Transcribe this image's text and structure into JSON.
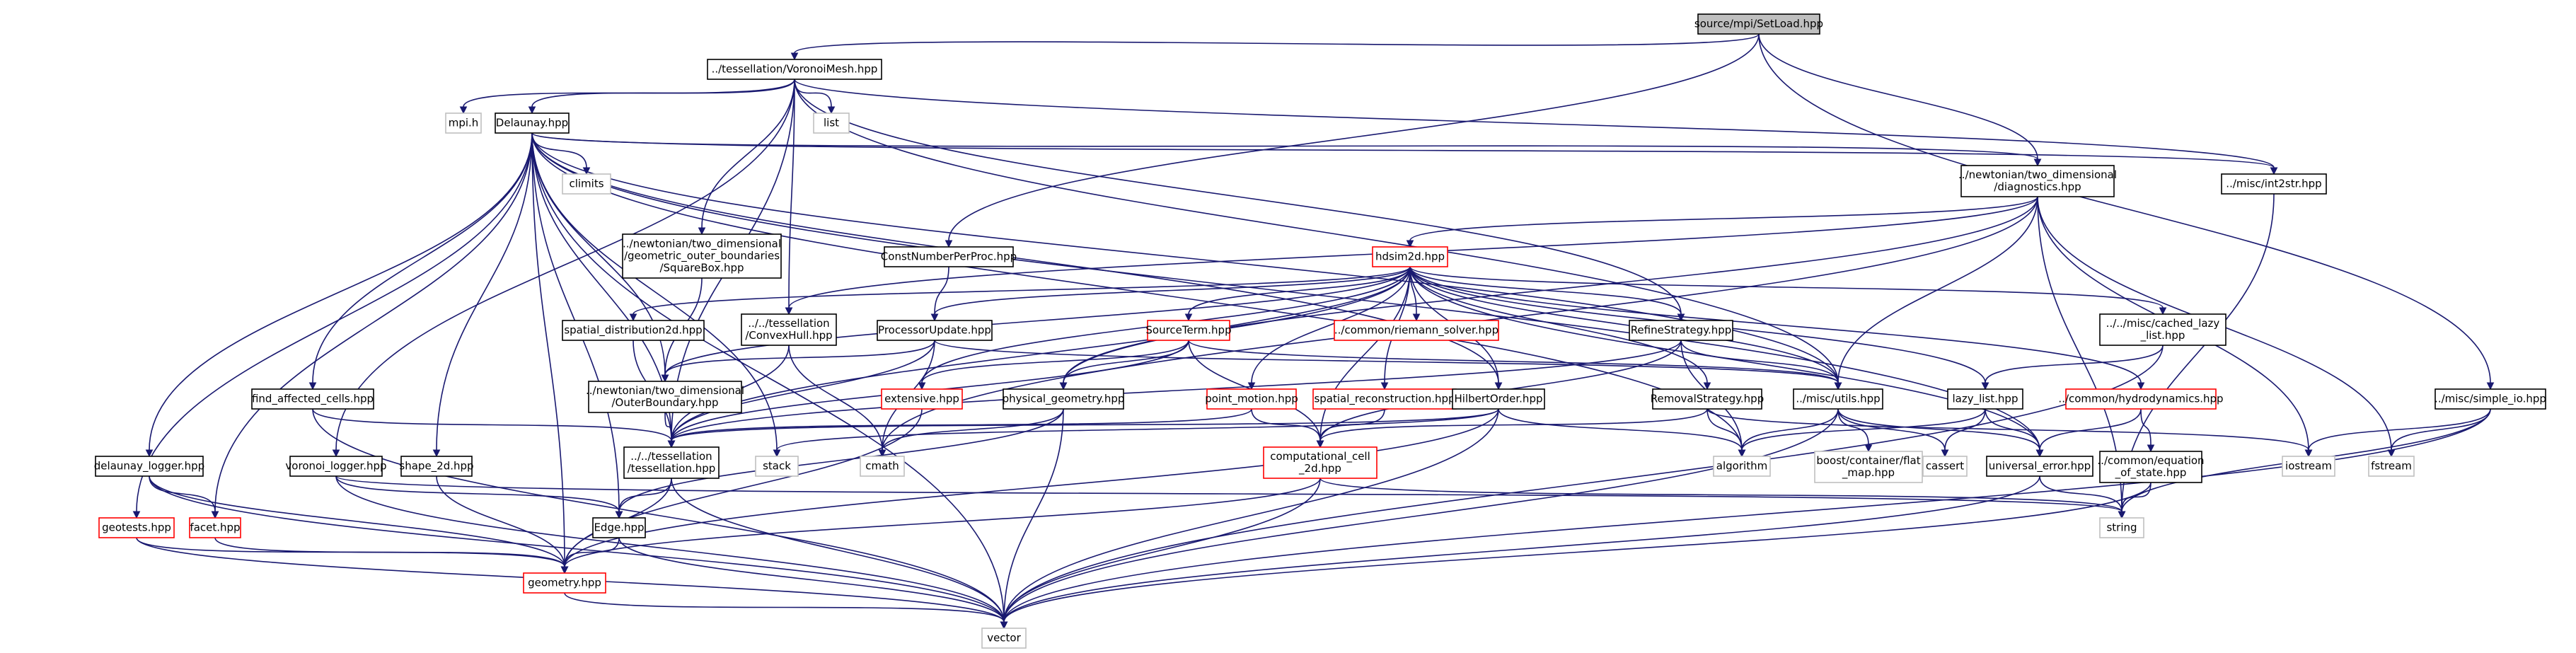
{
  "colors": {
    "edge": "#191970",
    "root_fill": "#bfbfbf",
    "normal_border": "#000000",
    "incomplete_border": "#ff0000",
    "system_border": "#bfbfbf"
  },
  "nodes": [
    {
      "id": "setload",
      "type": "gray",
      "lines": [
        "source/mpi/SetLoad.hpp"
      ]
    },
    {
      "id": "voronoimesh",
      "type": "normal",
      "lines": [
        "../tessellation/VoronoiMesh.hpp"
      ]
    },
    {
      "id": "mpih",
      "type": "light",
      "lines": [
        "mpi.h"
      ]
    },
    {
      "id": "delaunay",
      "type": "normal",
      "lines": [
        "Delaunay.hpp"
      ]
    },
    {
      "id": "list",
      "type": "light",
      "lines": [
        "list"
      ]
    },
    {
      "id": "diagnostics",
      "type": "normal",
      "lines": [
        "../newtonian/two_dimensional",
        "/diagnostics.hpp"
      ]
    },
    {
      "id": "int2str",
      "type": "normal",
      "lines": [
        "../misc/int2str.hpp"
      ]
    },
    {
      "id": "climits",
      "type": "light",
      "lines": [
        "climits"
      ]
    },
    {
      "id": "squarebox",
      "type": "normal",
      "lines": [
        "../newtonian/two_dimensional",
        "/geometric_outer_boundaries",
        "/SquareBox.hpp"
      ]
    },
    {
      "id": "constnumber",
      "type": "normal",
      "lines": [
        "ConstNumberPerProc.hpp"
      ]
    },
    {
      "id": "hdsim2d",
      "type": "red",
      "lines": [
        "hdsim2d.hpp"
      ]
    },
    {
      "id": "spatial2d",
      "type": "normal",
      "lines": [
        "spatial_distribution2d.hpp"
      ]
    },
    {
      "id": "convexhull",
      "type": "normal",
      "lines": [
        "../../tessellation",
        "/ConvexHull.hpp"
      ]
    },
    {
      "id": "processorupdate",
      "type": "normal",
      "lines": [
        "ProcessorUpdate.hpp"
      ]
    },
    {
      "id": "sourceterm",
      "type": "red",
      "lines": [
        "SourceTerm.hpp"
      ]
    },
    {
      "id": "riemann",
      "type": "red",
      "lines": [
        "../common/riemann_solver.hpp"
      ]
    },
    {
      "id": "refine",
      "type": "normal",
      "lines": [
        "RefineStrategy.hpp"
      ]
    },
    {
      "id": "cachedlazy",
      "type": "normal",
      "lines": [
        "../../misc/cached_lazy",
        "_list.hpp"
      ]
    },
    {
      "id": "findaffected",
      "type": "normal",
      "lines": [
        "find_affected_cells.hpp"
      ]
    },
    {
      "id": "outerboundary",
      "type": "normal",
      "lines": [
        "../newtonian/two_dimensional",
        "/OuterBoundary.hpp"
      ]
    },
    {
      "id": "extensive",
      "type": "red",
      "lines": [
        "extensive.hpp"
      ]
    },
    {
      "id": "physgeom",
      "type": "normal",
      "lines": [
        "physical_geometry.hpp"
      ]
    },
    {
      "id": "pointmotion",
      "type": "red",
      "lines": [
        "point_motion.hpp"
      ]
    },
    {
      "id": "spatialrec",
      "type": "red",
      "lines": [
        "spatial_reconstruction.hpp"
      ]
    },
    {
      "id": "hilbert",
      "type": "normal",
      "lines": [
        "HilbertOrder.hpp"
      ]
    },
    {
      "id": "removal",
      "type": "normal",
      "lines": [
        "RemovalStrategy.hpp"
      ]
    },
    {
      "id": "utils",
      "type": "normal",
      "lines": [
        "../misc/utils.hpp"
      ]
    },
    {
      "id": "lazylist",
      "type": "normal",
      "lines": [
        "lazy_list.hpp"
      ]
    },
    {
      "id": "hydrodynamics",
      "type": "red",
      "lines": [
        "../common/hydrodynamics.hpp"
      ]
    },
    {
      "id": "simpleio",
      "type": "normal",
      "lines": [
        "../misc/simple_io.hpp"
      ]
    },
    {
      "id": "delaunaylogger",
      "type": "normal",
      "lines": [
        "delaunay_logger.hpp"
      ]
    },
    {
      "id": "voronoilogger",
      "type": "normal",
      "lines": [
        "voronoi_logger.hpp"
      ]
    },
    {
      "id": "shape2d",
      "type": "normal",
      "lines": [
        "shape_2d.hpp"
      ]
    },
    {
      "id": "tessellation",
      "type": "normal",
      "lines": [
        "../../tessellation",
        "/tessellation.hpp"
      ]
    },
    {
      "id": "stack",
      "type": "light",
      "lines": [
        "stack"
      ]
    },
    {
      "id": "cmath",
      "type": "light",
      "lines": [
        "cmath"
      ]
    },
    {
      "id": "compcell",
      "type": "red",
      "lines": [
        "computational_cell",
        "_2d.hpp"
      ]
    },
    {
      "id": "algorithm",
      "type": "light",
      "lines": [
        "algorithm"
      ]
    },
    {
      "id": "boostflat",
      "type": "light",
      "lines": [
        "boost/container/flat",
        "_map.hpp"
      ]
    },
    {
      "id": "cassert",
      "type": "light",
      "lines": [
        "cassert"
      ]
    },
    {
      "id": "universalerror",
      "type": "normal",
      "lines": [
        "universal_error.hpp"
      ]
    },
    {
      "id": "eos",
      "type": "normal",
      "lines": [
        "../common/equation",
        "_of_state.hpp"
      ]
    },
    {
      "id": "iostream",
      "type": "light",
      "lines": [
        "iostream"
      ]
    },
    {
      "id": "fstream",
      "type": "light",
      "lines": [
        "fstream"
      ]
    },
    {
      "id": "geotests",
      "type": "red",
      "lines": [
        "geotests.hpp"
      ]
    },
    {
      "id": "facet",
      "type": "red",
      "lines": [
        "facet.hpp"
      ]
    },
    {
      "id": "edge",
      "type": "normal",
      "lines": [
        "Edge.hpp"
      ]
    },
    {
      "id": "string",
      "type": "light",
      "lines": [
        "string"
      ]
    },
    {
      "id": "geometry",
      "type": "red",
      "lines": [
        "geometry.hpp"
      ]
    },
    {
      "id": "vector",
      "type": "light",
      "lines": [
        "vector"
      ]
    }
  ],
  "edges": [
    [
      "setload",
      "voronoimesh"
    ],
    [
      "setload",
      "constnumber"
    ],
    [
      "setload",
      "diagnostics"
    ],
    [
      "setload",
      "simpleio"
    ],
    [
      "voronoimesh",
      "mpih"
    ],
    [
      "voronoimesh",
      "delaunay"
    ],
    [
      "voronoimesh",
      "list"
    ],
    [
      "voronoimesh",
      "int2str"
    ],
    [
      "voronoimesh",
      "utils"
    ],
    [
      "voronoimesh",
      "squarebox"
    ],
    [
      "voronoimesh",
      "convexhull"
    ],
    [
      "voronoimesh",
      "refine"
    ],
    [
      "voronoimesh",
      "voronoilogger"
    ],
    [
      "voronoimesh",
      "tessellation"
    ],
    [
      "delaunay",
      "climits"
    ],
    [
      "delaunay",
      "diagnostics"
    ],
    [
      "delaunay",
      "int2str"
    ],
    [
      "delaunay",
      "findaffected"
    ],
    [
      "delaunay",
      "delaunaylogger"
    ],
    [
      "delaunay",
      "geotests"
    ],
    [
      "delaunay",
      "facet"
    ],
    [
      "delaunay",
      "shape2d"
    ],
    [
      "delaunay",
      "edge"
    ],
    [
      "delaunay",
      "tessellation"
    ],
    [
      "delaunay",
      "outerboundary"
    ],
    [
      "delaunay",
      "hilbert"
    ],
    [
      "delaunay",
      "utils"
    ],
    [
      "delaunay",
      "algorithm"
    ],
    [
      "delaunay",
      "vector"
    ],
    [
      "delaunay",
      "geometry"
    ],
    [
      "delaunay",
      "stack"
    ],
    [
      "delaunay",
      "universalerror"
    ],
    [
      "diagnostics",
      "hdsim2d"
    ],
    [
      "diagnostics",
      "utils"
    ],
    [
      "diagnostics",
      "convexhull"
    ],
    [
      "diagnostics",
      "physgeom"
    ],
    [
      "diagnostics",
      "cmath"
    ],
    [
      "diagnostics",
      "fstream"
    ],
    [
      "diagnostics",
      "iostream"
    ],
    [
      "diagnostics",
      "string"
    ],
    [
      "int2str",
      "string"
    ],
    [
      "squarebox",
      "outerboundary"
    ],
    [
      "constnumber",
      "processorupdate"
    ],
    [
      "hdsim2d",
      "spatial2d"
    ],
    [
      "hdsim2d",
      "processorupdate"
    ],
    [
      "hdsim2d",
      "sourceterm"
    ],
    [
      "hdsim2d",
      "riemann"
    ],
    [
      "hdsim2d",
      "refine"
    ],
    [
      "hdsim2d",
      "cachedlazy"
    ],
    [
      "hdsim2d",
      "outerboundary"
    ],
    [
      "hdsim2d",
      "extensive"
    ],
    [
      "hdsim2d",
      "physgeom"
    ],
    [
      "hdsim2d",
      "pointmotion"
    ],
    [
      "hdsim2d",
      "spatialrec"
    ],
    [
      "hdsim2d",
      "hilbert"
    ],
    [
      "hdsim2d",
      "removal"
    ],
    [
      "hdsim2d",
      "utils"
    ],
    [
      "hdsim2d",
      "lazylist"
    ],
    [
      "hdsim2d",
      "hydrodynamics"
    ],
    [
      "hdsim2d",
      "tessellation"
    ],
    [
      "hdsim2d",
      "compcell"
    ],
    [
      "hdsim2d",
      "universalerror"
    ],
    [
      "spatial2d",
      "tessellation"
    ],
    [
      "convexhull",
      "tessellation"
    ],
    [
      "convexhull",
      "cmath"
    ],
    [
      "processorupdate",
      "outerboundary"
    ],
    [
      "processorupdate",
      "tessellation"
    ],
    [
      "processorupdate",
      "cmath"
    ],
    [
      "processorupdate",
      "utils"
    ],
    [
      "sourceterm",
      "physgeom"
    ],
    [
      "sourceterm",
      "extensive"
    ],
    [
      "sourceterm",
      "tessellation"
    ],
    [
      "sourceterm",
      "compcell"
    ],
    [
      "sourceterm",
      "utils"
    ],
    [
      "refine",
      "utils"
    ],
    [
      "refine",
      "compcell"
    ],
    [
      "refine",
      "algorithm"
    ],
    [
      "refine",
      "tessellation"
    ],
    [
      "cachedlazy",
      "lazylist"
    ],
    [
      "cachedlazy",
      "vector"
    ],
    [
      "findaffected",
      "tessellation"
    ],
    [
      "findaffected",
      "vector"
    ],
    [
      "outerboundary",
      "tessellation"
    ],
    [
      "extensive",
      "geometry"
    ],
    [
      "physgeom",
      "edge"
    ],
    [
      "physgeom",
      "cmath"
    ],
    [
      "physgeom",
      "vector"
    ],
    [
      "pointmotion",
      "compcell"
    ],
    [
      "pointmotion",
      "tessellation"
    ],
    [
      "spatialrec",
      "compcell"
    ],
    [
      "hilbert",
      "tessellation"
    ],
    [
      "hilbert",
      "algorithm"
    ],
    [
      "hilbert",
      "vector"
    ],
    [
      "hilbert",
      "geometry"
    ],
    [
      "hilbert",
      "stack"
    ],
    [
      "removal",
      "compcell"
    ],
    [
      "removal",
      "algorithm"
    ],
    [
      "removal",
      "iostream"
    ],
    [
      "utils",
      "vector"
    ],
    [
      "utils",
      "algorithm"
    ],
    [
      "utils",
      "boostflat"
    ],
    [
      "utils",
      "cassert"
    ],
    [
      "utils",
      "universalerror"
    ],
    [
      "lazylist",
      "universalerror"
    ],
    [
      "lazylist",
      "cassert"
    ],
    [
      "lazylist",
      "algorithm"
    ],
    [
      "hydrodynamics",
      "eos"
    ],
    [
      "hydrodynamics",
      "universalerror"
    ],
    [
      "simpleio",
      "iostream"
    ],
    [
      "simpleio",
      "fstream"
    ],
    [
      "simpleio",
      "string"
    ],
    [
      "simpleio",
      "vector"
    ],
    [
      "delaunaylogger",
      "facet"
    ],
    [
      "delaunaylogger",
      "geometry"
    ],
    [
      "delaunaylogger",
      "vector"
    ],
    [
      "voronoilogger",
      "edge"
    ],
    [
      "voronoilogger",
      "string"
    ],
    [
      "voronoilogger",
      "vector"
    ],
    [
      "shape2d",
      "geometry"
    ],
    [
      "tessellation",
      "edge"
    ],
    [
      "tessellation",
      "geometry"
    ],
    [
      "tessellation",
      "vector"
    ],
    [
      "compcell",
      "geometry"
    ],
    [
      "compcell",
      "vector"
    ],
    [
      "compcell",
      "string"
    ],
    [
      "universalerror",
      "string"
    ],
    [
      "universalerror",
      "vector"
    ],
    [
      "eos",
      "string"
    ],
    [
      "eos",
      "vector"
    ],
    [
      "geotests",
      "geometry"
    ],
    [
      "geotests",
      "vector"
    ],
    [
      "facet",
      "geometry"
    ],
    [
      "edge",
      "geometry"
    ],
    [
      "edge",
      "vector"
    ],
    [
      "geometry",
      "vector"
    ]
  ]
}
